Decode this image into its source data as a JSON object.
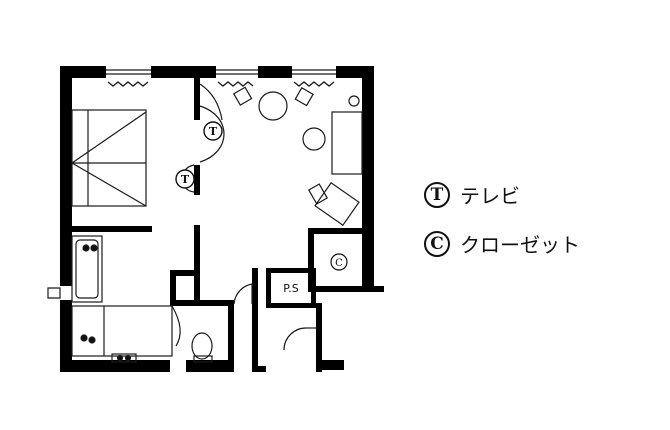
{
  "plan": {
    "tv_symbol": "T",
    "closet_symbol": "C",
    "ps_label": "P.S"
  },
  "legend": {
    "items": [
      {
        "symbol": "T",
        "label": "テレビ"
      },
      {
        "symbol": "C",
        "label": "クローゼット"
      }
    ]
  },
  "colors": {
    "wall": "#000000",
    "line": "#1a1a1a",
    "background": "#ffffff"
  }
}
